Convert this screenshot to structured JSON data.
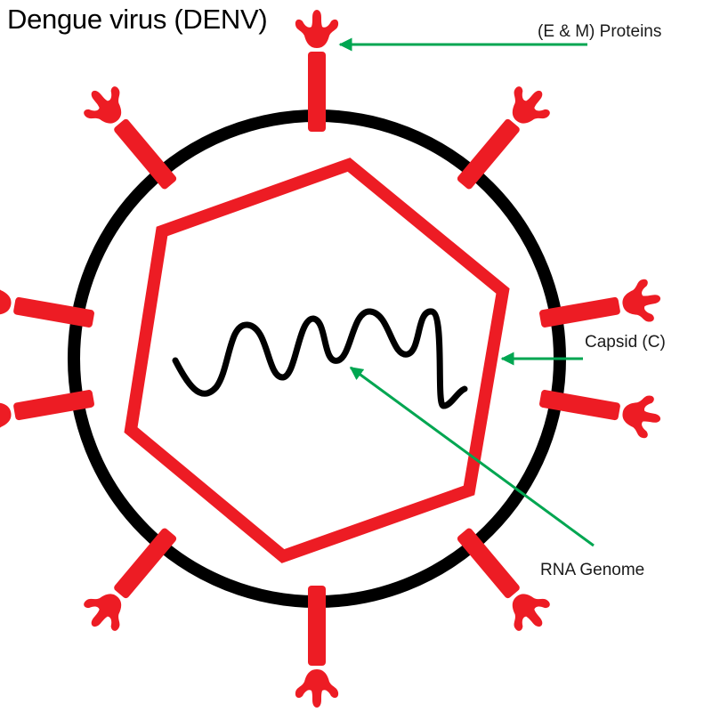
{
  "title": "Dengue virus (DENV)",
  "labels": {
    "proteins": "(E & M) Proteins",
    "capsid": "Capsid (C)",
    "rna": "RNA Genome"
  },
  "colors": {
    "envelope": "#000000",
    "protein": "#ed1c24",
    "capsid": "#ed1c24",
    "genome": "#000000",
    "arrow": "#00a651",
    "background": "#ffffff"
  }
}
